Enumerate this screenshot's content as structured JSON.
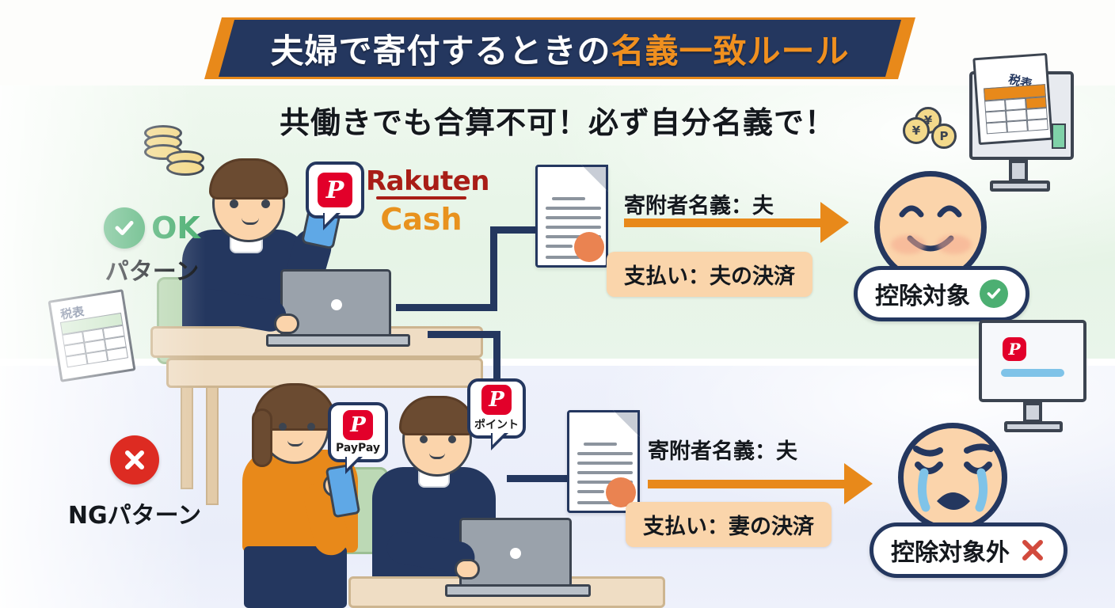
{
  "title": {
    "main": "夫婦で寄付するときの",
    "highlight": "名義一致ルール"
  },
  "subtitle": "共働きでも合算不可！必ず自分名義で！",
  "patterns": {
    "ok": {
      "badge_icon": "check-circle-icon",
      "badge_text": "OK",
      "label": "パターン",
      "color": "#4caf72"
    },
    "ng": {
      "badge_icon": "cross-circle-icon",
      "label": "NGパターン",
      "color": "#dd2b22"
    }
  },
  "flows": [
    {
      "id": "ok-flow",
      "donor_label": "寄附者名義：夫",
      "payment_label": "支払い：夫の決済",
      "face": "smiling-face",
      "result_label": "控除対象",
      "result_icon": "check-circle-icon",
      "result_color": "#4caf72"
    },
    {
      "id": "ng-flow",
      "donor_label": "寄附者名義：夫",
      "payment_label": "支払い：妻の決済",
      "face": "crying-face",
      "result_label": "控除対象外",
      "result_icon": "cross-mark-icon",
      "result_color": "#d24a3d"
    }
  ],
  "payment_brands": {
    "paypay_top": {
      "logo_mark": "P",
      "caption": ""
    },
    "rakuten": {
      "line1": "Rakuten",
      "line2": "Cash"
    },
    "paypay_wife": {
      "logo_mark": "P",
      "caption": "PayPay"
    },
    "paypay_points": {
      "logo_mark": "P",
      "caption": "ポイント"
    }
  },
  "tax_forms": {
    "left_form_title": "税表",
    "monitor_form_title": "税表"
  },
  "coins": [
    {
      "symbol": "¥"
    },
    {
      "symbol": "¥"
    },
    {
      "symbol": "P"
    }
  ],
  "colors": {
    "navy": "#24375f",
    "orange": "#e8891a",
    "green": "#4caf72",
    "red": "#dd2b22",
    "band_top": "#e8f4e8",
    "band_bottom": "#eceff9",
    "pill_peach": "#fad5ab"
  }
}
